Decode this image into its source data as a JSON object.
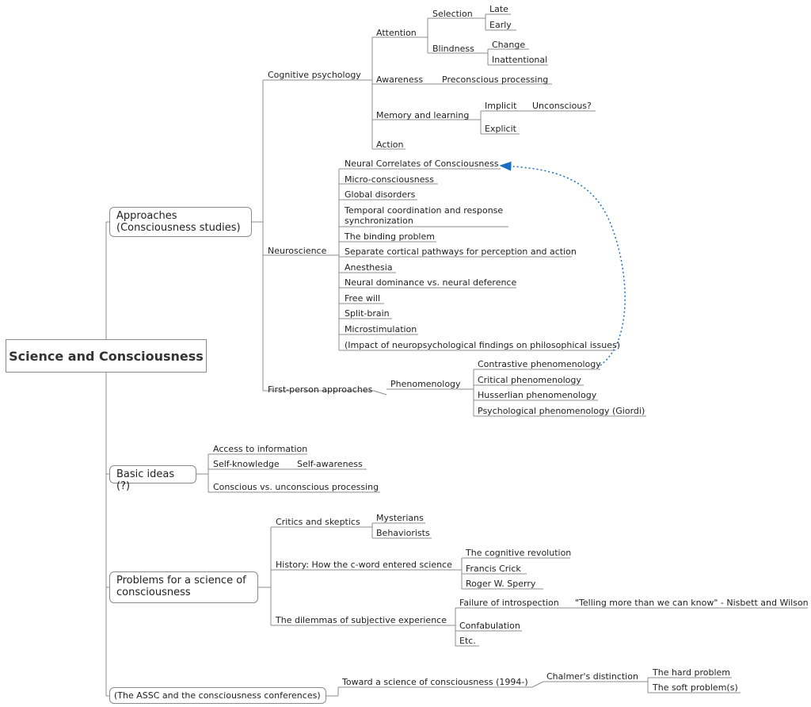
{
  "root": "Science and Consciousness",
  "approaches": {
    "label": "Approaches\n(Consciousness studies)",
    "cognitive": {
      "label": "Cognitive psychology",
      "attention": "Attention",
      "selection": "Selection",
      "late": "Late",
      "early": "Early",
      "blindness": "Blindness",
      "change": "Change",
      "inattentional": "Inattentional",
      "awareness": "Awareness",
      "preconscious": "Preconscious processing",
      "memory": "Memory and learning",
      "implicit": "Implicit",
      "unconscious": "Unconscious?",
      "explicit": "Explicit",
      "action": "Action"
    },
    "neuroscience": {
      "label": "Neuroscience",
      "items": [
        "Neural Correlates of Consciousness",
        "Micro-consciousness",
        "Global disorders",
        "Temporal coordination and response synchronization",
        "The binding problem",
        "Separate cortical pathways for perception and action",
        "Anesthesia",
        "Neural dominance vs. neural deference",
        "Free will",
        "Split-brain",
        "Microstimulation",
        "(Impact of neuropsychological findings on philosophical issues)"
      ]
    },
    "first_person": {
      "label": "First-person approaches",
      "phenomenology": "Phenomenology",
      "items": [
        "Contrastive phenomenology",
        "Critical phenomenology",
        "Husserlian phenomenology",
        "Psychological phenomenology (Giordi)"
      ]
    }
  },
  "basic": {
    "label": "Basic ideas (?)",
    "access": "Access to information",
    "self_knowledge": "Self-knowledge",
    "self_awareness": "Self-awareness",
    "conscious_vs": "Conscious vs. unconscious processing"
  },
  "problems": {
    "label": "Problems for a science of\nconsciousness",
    "critics": "Critics and skeptics",
    "mysterians": "Mysterians",
    "behaviorists": "Behaviorists",
    "history": "History: How the c-word entered science",
    "cognitive_revolution": "The cognitive revolution",
    "crick": "Francis Crick",
    "sperry": "Roger W. Sperry",
    "dilemmas": "The dilemmas of subjective experience",
    "failure": "Failure of introspection",
    "telling": "\"Telling more than we can know\" - Nisbett and Wilson",
    "confabulation": "Confabulation",
    "etc": "Etc."
  },
  "assc": {
    "label": "(The ASSC and the consciousness conferences)",
    "toward": "Toward a science of consciousness (1994-)",
    "chalmer": "Chalmer's distinction",
    "hard": "The hard problem",
    "soft": "The soft problem(s)"
  },
  "colors": {
    "line": "#8c8c8c",
    "arrow": "#1a6fc4",
    "text": "#222222"
  }
}
